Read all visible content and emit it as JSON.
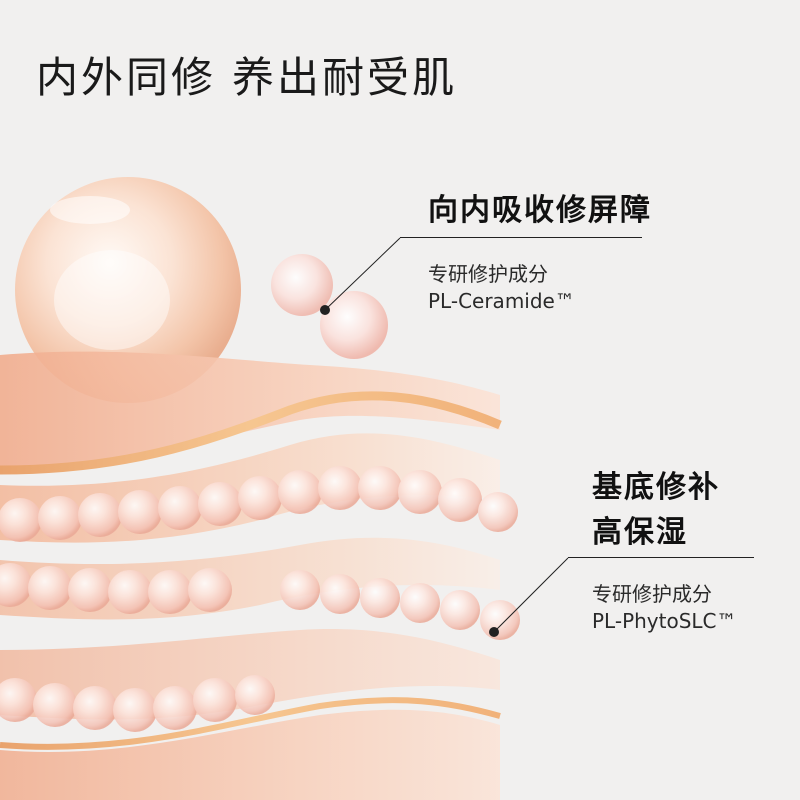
{
  "headline": {
    "part1": "内外同修",
    "part2": "养出耐受肌"
  },
  "callout_barrier": {
    "title": "向内吸收修屏障",
    "ingredient_label": "专研修护成分",
    "ingredient_name": "PL-Ceramide™"
  },
  "callout_base": {
    "title_line1": "基底修补",
    "title_line2": "高保湿",
    "ingredient_label": "专研修护成分",
    "ingredient_name": "PL-PhytoSLC™"
  },
  "colors": {
    "background": "#f1f0ef",
    "text": "#111111",
    "peach": "#f3b79b",
    "gold": "#e8a46a",
    "bead": "#f6cfc3"
  }
}
